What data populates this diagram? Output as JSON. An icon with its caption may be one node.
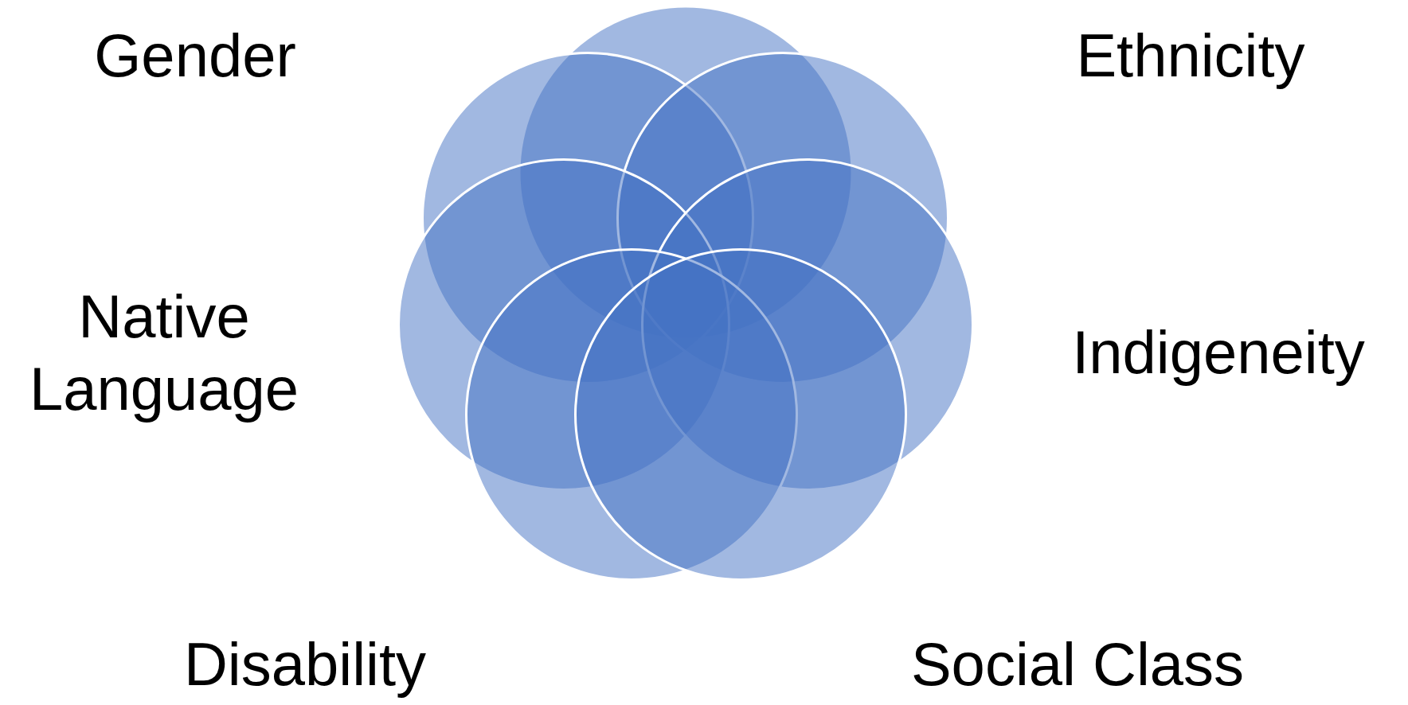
{
  "diagram": {
    "nodes": [
      {
        "text": [],
        "shape": "circle"
      },
      {
        "text": [],
        "shape": "circle"
      },
      {
        "text": [],
        "shape": "circle"
      },
      {
        "text": [],
        "shape": "circle"
      },
      {
        "text": [],
        "shape": "circle"
      },
      {
        "text": [],
        "shape": "circle"
      },
      {
        "text": [],
        "shape": "circle"
      }
    ],
    "labels": [
      "Gender",
      "Ethnicity",
      "Native Language",
      "Indigeneity",
      "Disability",
      "Social Class"
    ]
  }
}
